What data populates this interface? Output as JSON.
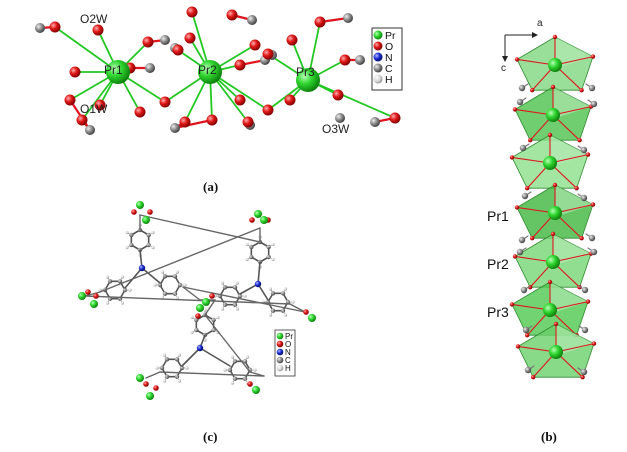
{
  "panel_a": {
    "caption": "(a)",
    "atom_labels": [
      "Pr1",
      "Pr2",
      "Pr3"
    ],
    "water_labels": [
      "O2W",
      "O1W",
      "O3W"
    ]
  },
  "panel_b": {
    "caption": "(b)",
    "axis_labels": [
      "a",
      "c"
    ],
    "atom_labels": [
      "Pr1",
      "Pr2",
      "Pr3"
    ]
  },
  "panel_c": {
    "caption": "(c)"
  },
  "legend": {
    "items": [
      {
        "symbol": "Pr",
        "color": "#22c822"
      },
      {
        "symbol": "O",
        "color": "#e0141e"
      },
      {
        "symbol": "N",
        "color": "#1428c8"
      },
      {
        "symbol": "C",
        "color": "#7a7a7a"
      },
      {
        "symbol": "H",
        "color": "#cfcfcf"
      }
    ]
  },
  "colors": {
    "Pr": "#22c822",
    "O": "#e0141e",
    "N": "#1428c8",
    "C": "#7a7a7a",
    "H": "#cfcfcf",
    "polyhedron": "#5cc85c"
  }
}
